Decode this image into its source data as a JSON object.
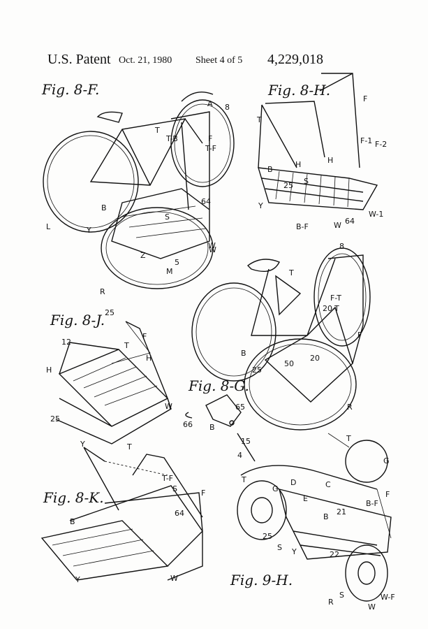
{
  "header": {
    "title": "U.S. Patent",
    "date": "Oct. 21, 1980",
    "sheet": "Sheet 4 of 5",
    "number": "4,229,018"
  },
  "figures": {
    "f8f": {
      "title": "Fig. 8-F.",
      "labels": [
        "A",
        "8",
        "T",
        "T-B",
        "F",
        "T-F",
        "S",
        "64",
        "B",
        "Y",
        "L",
        "Z",
        "5",
        "M",
        "R",
        "W"
      ]
    },
    "f8h": {
      "title": "Fig. 8-H.",
      "labels": [
        "F",
        "T",
        "F-1",
        "F-2",
        "H",
        "H",
        "B",
        "25",
        "S",
        "Y",
        "B-F",
        "W",
        "64",
        "W-1"
      ]
    },
    "f8j": {
      "title": "Fig. 8-J.",
      "labels": [
        "25",
        "F",
        "12",
        "T",
        "H",
        "H",
        "25",
        "Y",
        "T",
        "W"
      ]
    },
    "f8g": {
      "title": "Fig. 8-G.",
      "labels": [
        "65",
        "B",
        "66",
        "15",
        "4"
      ]
    },
    "bike2": {
      "labels": [
        "8",
        "T",
        "F-T",
        "20-T",
        "F",
        "B",
        "25",
        "50",
        "20",
        "R",
        "W"
      ]
    },
    "f8k": {
      "title": "Fig. 8-K.",
      "labels": [
        "T-F",
        "S",
        "F",
        "64",
        "B",
        "Y",
        "W"
      ]
    },
    "f9h": {
      "title": "Fig. 9-H.",
      "labels": [
        "T",
        "G",
        "T",
        "G",
        "D",
        "E",
        "C",
        "F",
        "B-F",
        "B",
        "21",
        "25",
        "S",
        "Y",
        "22",
        "R",
        "S",
        "W-F",
        "W"
      ]
    }
  }
}
